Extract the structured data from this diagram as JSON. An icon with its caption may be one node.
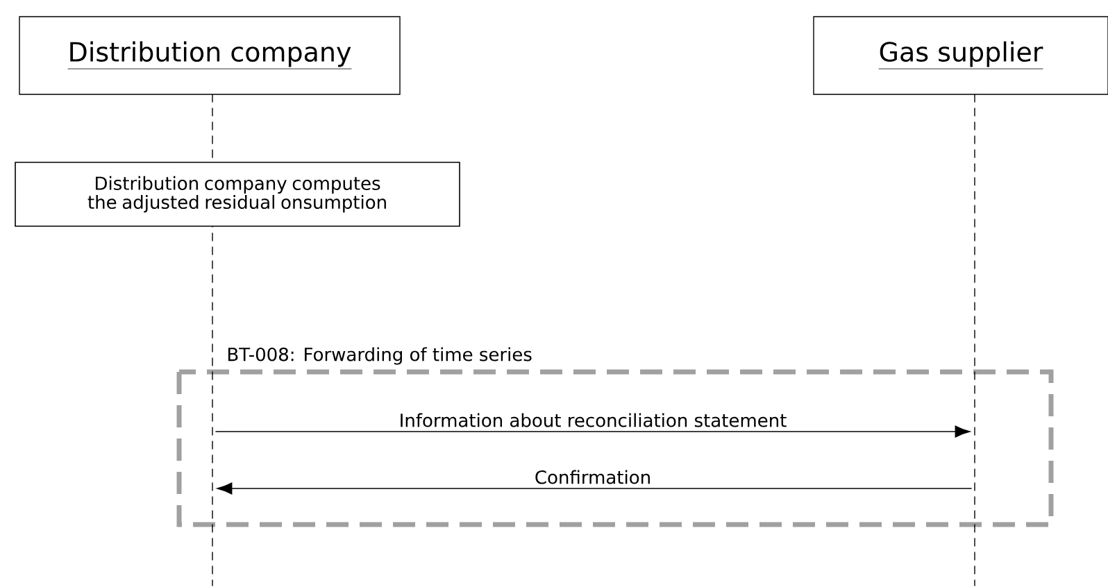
{
  "diagram": {
    "nodes": [
      {
        "text": [
          "Distribution company"
        ]
      },
      {
        "text": [
          "Gas supplier"
        ]
      },
      {
        "text": [
          "Distribution company computes the adjusted residual onsumption"
        ]
      },
      {
        "text": [],
        "shape": "line"
      },
      {
        "text": [],
        "shape": "line"
      }
    ],
    "edges": [
      {
        "from": 3,
        "to": 4,
        "arrow": "to",
        "label": "Information about reconciliation statement"
      },
      {
        "from": 4,
        "to": 3,
        "arrow": "to",
        "label": "Confirmation"
      }
    ],
    "labels": [
      "BT-008: Forwarding of time series"
    ]
  }
}
